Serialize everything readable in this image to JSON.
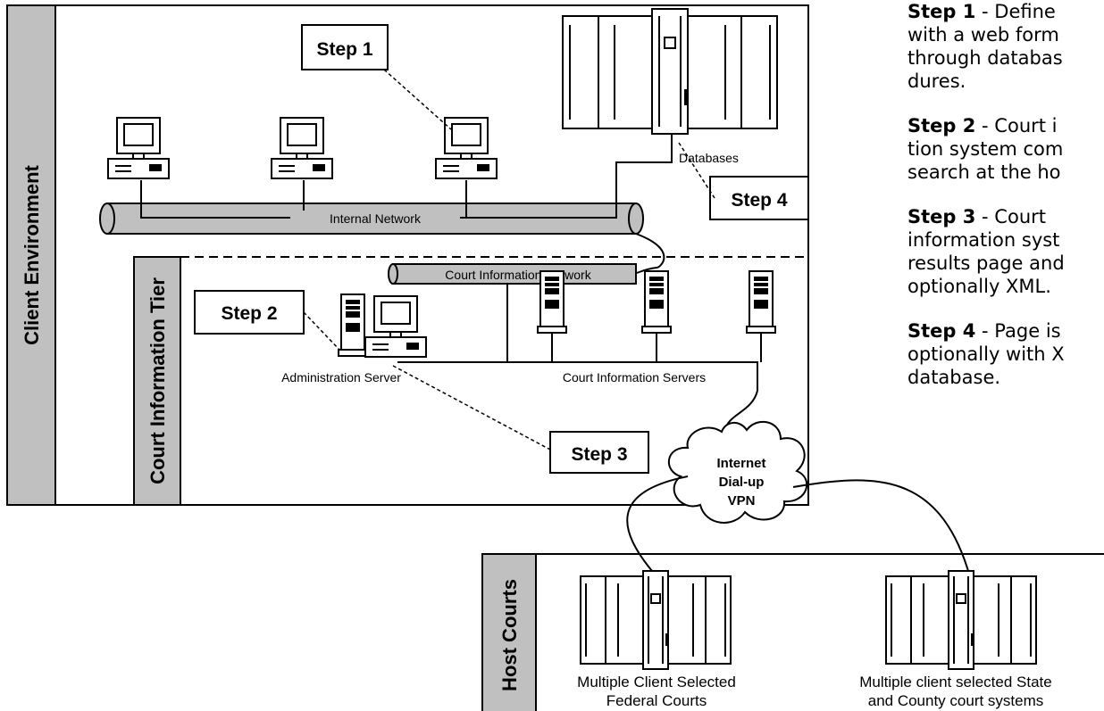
{
  "tiers": {
    "client_environment": "Client Environment",
    "court_information_tier": "Court Information Tier",
    "host_courts": "Host Courts"
  },
  "networks": {
    "internal": "Internal Network",
    "court_information": "Court Information Network"
  },
  "nodes": {
    "databases": "Databases",
    "administration_server": "Administration Server",
    "court_information_servers": "Court Information Servers",
    "internet_line1": "Internet",
    "internet_line2": "Dial-up",
    "internet_line3": "VPN",
    "federal_courts_line1": "Multiple Client Selected",
    "federal_courts_line2": "Federal Courts",
    "state_courts_line1": "Multiple client selected State",
    "state_courts_line2": "and County court systems"
  },
  "step_callouts": {
    "step1": "Step 1",
    "step2": "Step 2",
    "step3": "Step 3",
    "step4": "Step 4"
  },
  "step_descriptions": [
    {
      "label": "Step 1",
      "lines": [
        " - Define",
        "with a web form",
        "through databas",
        "dures."
      ]
    },
    {
      "label": "Step 2",
      "lines": [
        " - Court i",
        "tion system com",
        "search at the ho"
      ]
    },
    {
      "label": "Step 3",
      "lines": [
        " - Court ",
        "information syst",
        "results page and",
        "optionally XML."
      ]
    },
    {
      "label": "Step 4",
      "lines": [
        " - Page is",
        "optionally with X",
        "database."
      ]
    }
  ]
}
